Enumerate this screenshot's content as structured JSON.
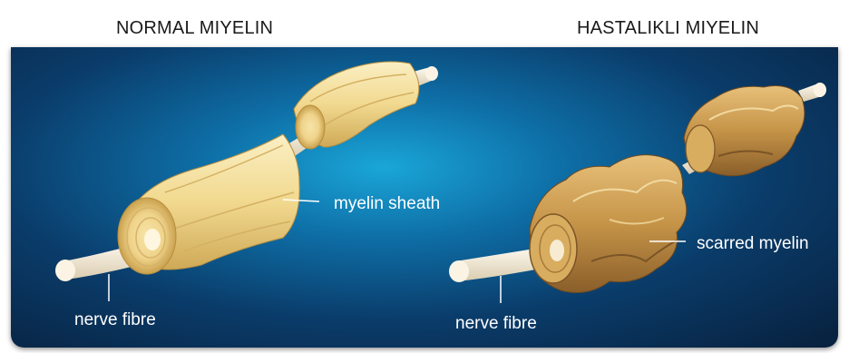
{
  "titles": {
    "normal": "NORMAL MIYELIN",
    "disease": "HASTALIKLI MIYELIN"
  },
  "labels": {
    "myelin_sheath": "myelin sheath",
    "nerve_fibre_left": "nerve fibre",
    "scarred_myelin": "scarred myelin",
    "nerve_fibre_right": "nerve fibre"
  },
  "colors": {
    "background_center": "#1aa6d8",
    "background_edge": "#08203d",
    "myelin_healthy": "#f3dc9c",
    "myelin_scarred": "#c99a4e",
    "nerve_fibre": "#f2ead6"
  }
}
